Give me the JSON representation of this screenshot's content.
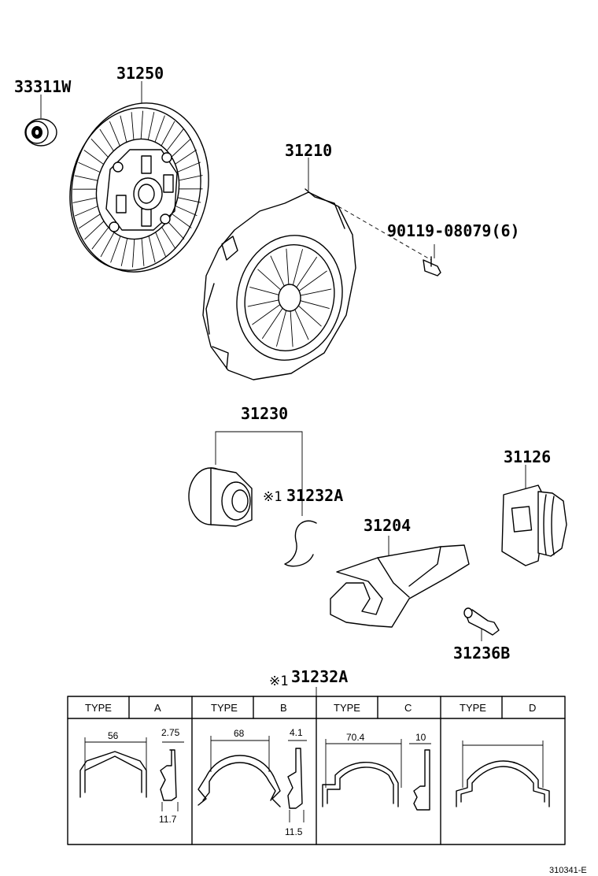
{
  "parts": {
    "bearing_33311w": "33311W",
    "disc_31250": "31250",
    "cover_31210": "31210",
    "bolt_90119": "90119-08079(6)",
    "bearing_assy_31230": "31230",
    "clip_31232a": "31232A",
    "clip_note_mark": "※1",
    "fork_31204": "31204",
    "boot_31126": "31126",
    "support_31236b": "31236B",
    "table_title": "31232A",
    "table_note_mark": "※1"
  },
  "clip_table": {
    "header_type": "TYPE",
    "types": [
      {
        "label": "A",
        "dims": [
          "56",
          "2.75",
          "11.7"
        ]
      },
      {
        "label": "B",
        "dims": [
          "68",
          "4.1",
          "11.5"
        ]
      },
      {
        "label": "C",
        "dims": [
          "70.4",
          "10"
        ]
      },
      {
        "label": "D",
        "dims": []
      }
    ]
  },
  "footer": {
    "code": "310341-E"
  }
}
